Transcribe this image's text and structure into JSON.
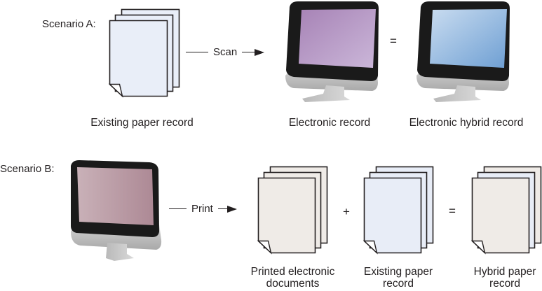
{
  "scenario_a": {
    "label": "Scenario A:",
    "arrow_label": "Scan",
    "operator": "=",
    "captions": {
      "paper": "Existing paper record",
      "electronic": "Electronic record",
      "hybrid": "Electronic hybrid record"
    },
    "colors": {
      "paper_fill": "#e9eef8",
      "screen_electronic": [
        "#a783b6",
        "#cbb7d9"
      ],
      "screen_hybrid": [
        "#c2d7ef",
        "#6e9fd3"
      ]
    }
  },
  "scenario_b": {
    "label": "Scenario B:",
    "arrow_label": "Print",
    "operator_plus": "+",
    "operator_equals": "=",
    "captions": {
      "printed_line1": "Printed electronic",
      "printed_line2": "documents",
      "existing_line1": "Existing paper",
      "existing_line2": "record",
      "hybrid_line1": "Hybrid paper",
      "hybrid_line2": "record"
    },
    "colors": {
      "screen": [
        "#c7aeb5",
        "#b08c98"
      ],
      "printed_fill": "#efebe7",
      "existing_fill": "#e8edf7"
    }
  },
  "icons": [
    "paper-stack-icon",
    "monitor-icon",
    "arrow-right-icon"
  ]
}
